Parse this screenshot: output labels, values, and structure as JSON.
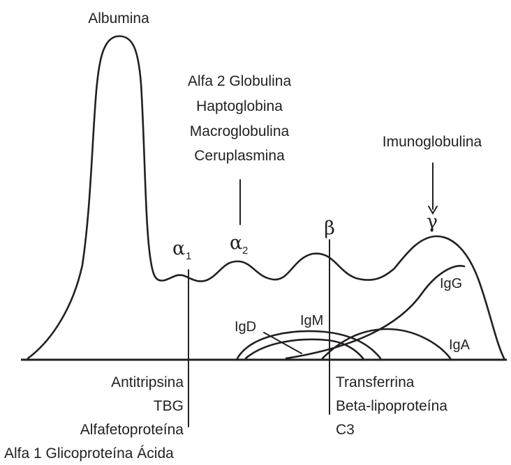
{
  "labels": {
    "albumina": "Albumina",
    "alfa2_group": [
      "Alfa 2 Globulina",
      "Haptoglobina",
      "Macroglobulina",
      "Ceruplasmina"
    ],
    "imunoglobulina": "Imunoglobulina",
    "alpha1_symbol": "α",
    "alpha1_sub": "1",
    "alpha2_symbol": "α",
    "alpha2_sub": "2",
    "beta_symbol": "β",
    "gamma_symbol": "γ",
    "igg": "IgG",
    "igd": "IgD",
    "igm": "IgM",
    "iga": "IgA",
    "alfa1_group": [
      "Antitripsina",
      "TBG",
      "Alfafetoproteína",
      "Alfa 1 Glicoproteína Ácida"
    ],
    "beta_group": [
      "Transferrina",
      "Beta-lipoproteína",
      "C3"
    ]
  },
  "colors": {
    "ink": "#231f20",
    "background": "#ffffff"
  }
}
